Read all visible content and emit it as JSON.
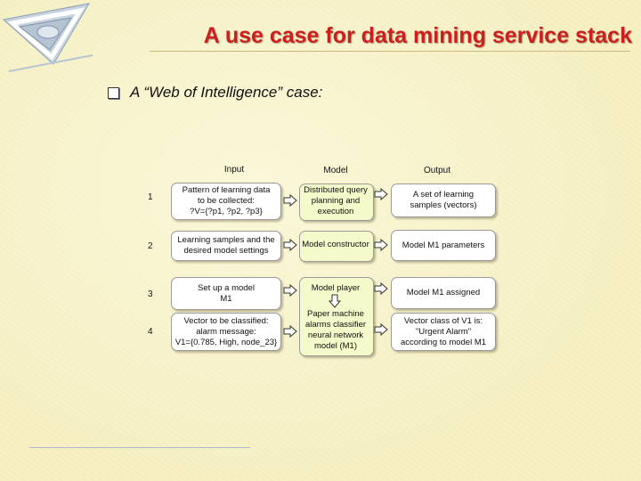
{
  "slide": {
    "title": "A use case for data mining service stack",
    "bullet": "A “Web of Intelligence” case:"
  },
  "table": {
    "headers": {
      "input": "Input",
      "model": "Model",
      "output": "Output"
    },
    "rows": [
      {
        "num": "1",
        "input": "Pattern of learning data\nto be collected:\n?V={?p1, ?p2, ?p3}",
        "model": "Distributed query\nplanning and\nexecution",
        "output": "A set of learning\nsamples (vectors)"
      },
      {
        "num": "2",
        "input": "Learning samples and the\ndesired model settings",
        "model": "Model constructor",
        "output": "Model M1 parameters"
      },
      {
        "num": "3",
        "input": "Set up a model\nM1",
        "model": "Model player",
        "output": "Model M1 assigned"
      },
      {
        "num": "4",
        "input": "Vector to be classified:\nalarm message:\nV1={0.785, High, node_23}",
        "model": "Paper machine\nalarms classifier\nneural network\nmodel (M1)",
        "output": "Vector class of V1 is:\n\"Urgent Alarm\"\naccording to model M1"
      }
    ]
  },
  "icons": {
    "logo": "triangle-logo-icon",
    "bullet": "checkbox-bullet-icon",
    "arrow": "right-arrow-icon",
    "down_arrow": "down-arrow-icon"
  },
  "colors": {
    "title": "#cc1f1f",
    "background": "#f6f0c4",
    "model_box": "#f4fac9"
  }
}
